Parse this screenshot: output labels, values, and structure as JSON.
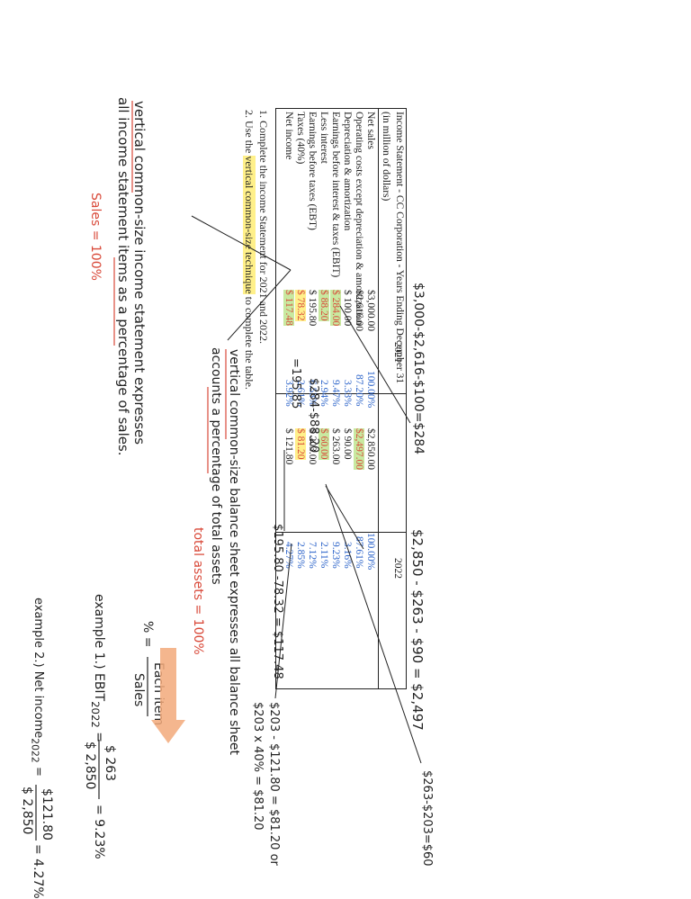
{
  "table": {
    "title": "Income Statement - CC Corporation - Years Ending December 31",
    "subtitle": "(in million of dollars)",
    "years": [
      "2021",
      "2022"
    ],
    "rows": [
      {
        "label": "Net sales",
        "v2021": "$3,000.00",
        "p2021": "100.00%",
        "v2022": "$2,850.00",
        "p2022": "100.00%"
      },
      {
        "label": "Operating costs except depreciation & amortization",
        "v2021": "$2,616.00",
        "p2021": "87.20%",
        "v2022": "$2,497.00",
        "p2022": "87.61%"
      },
      {
        "label": "Depreciation & amortization",
        "v2021": "$  100.00",
        "p2021": "3.33%",
        "v2022": "$   90.00",
        "p2022": "3.16%"
      },
      {
        "label": "Earnings before interest & taxes (EBIT)",
        "v2021": "$  284.00",
        "p2021": "9.47%",
        "v2022": "$  263.00",
        "p2022": "9.23%"
      },
      {
        "label": "Less interest",
        "v2021": "$   88.20",
        "p2021": "2.94%",
        "v2022": "$   60.00",
        "p2022": "2.11%"
      },
      {
        "label": "Earnings before taxes (EBT)",
        "v2021": "$  195.80",
        "p2021": "6.53%",
        "v2022": "$  203.00",
        "p2022": "7.12%"
      },
      {
        "label": "Taxes (40%)",
        "v2021": "$   78.32",
        "p2021": "2.61%",
        "v2022": "$   81.20",
        "p2022": "2.85%"
      },
      {
        "label": "Net income",
        "v2021": "$  117.48",
        "p2021": "3.92%",
        "v2022": "$  121.80",
        "p2022": "4.27%"
      }
    ]
  },
  "instructions": {
    "item1": "1. Complete the income Statement for 2021 and 2022.",
    "item2_pre": "2. Use the ",
    "item2_hl": "vertical common-size technique",
    "item2_post": " to complete the table."
  },
  "notes": {
    "ebit_2021_calc": "$3,000-$2,616-$100=$284",
    "op_costs_2022_calc": "$2,850 - $263 - $90 = $2,497",
    "interest_2021_calc": "$284-$88.20",
    "interest_2021_result": "=195.85",
    "net_income_2021_calc": "$195.80 -78.32 = $117.48",
    "taxes_2022_calc_a": "$203 - $121.80 = $81.20 or",
    "taxes_2022_calc_b": "$203 x 40% = $81.20",
    "interest_2022_calc": "$263-$203=$60",
    "vcs_balance_1": "vertical common-size balance sheet expresses all balance sheet",
    "vcs_balance_2": "accounts a percentage of total assets",
    "vcs_balance_3": "total assets = 100%",
    "vcs_income_1": "vertical common-size income statement expresses",
    "vcs_income_2": "all income statement items as a percentage of sales.",
    "vcs_income_3": "Sales = 100%",
    "formula_lhs": "% =",
    "formula_num": "Each item",
    "formula_den": "Sales",
    "ex1_label": "example 1.) EBIT",
    "ex1_sub": "2022",
    "ex1_eq": "=",
    "ex1_num": "$ 263",
    "ex1_den": "$ 2,850",
    "ex1_res": "= 9.23%",
    "ex2_label": "example 2.) Net income",
    "ex2_sub": "2022",
    "ex2_eq": "=",
    "ex2_num": "$121.80",
    "ex2_den": "$ 2,850",
    "ex2_res": "= 4.27%"
  },
  "colors": {
    "blue": "#2a62c9",
    "red": "#d94a3a",
    "green_highlight": "#c8e9a0",
    "yellow_highlight": "#fff08a",
    "orange_arrow": "#f2a97a"
  }
}
